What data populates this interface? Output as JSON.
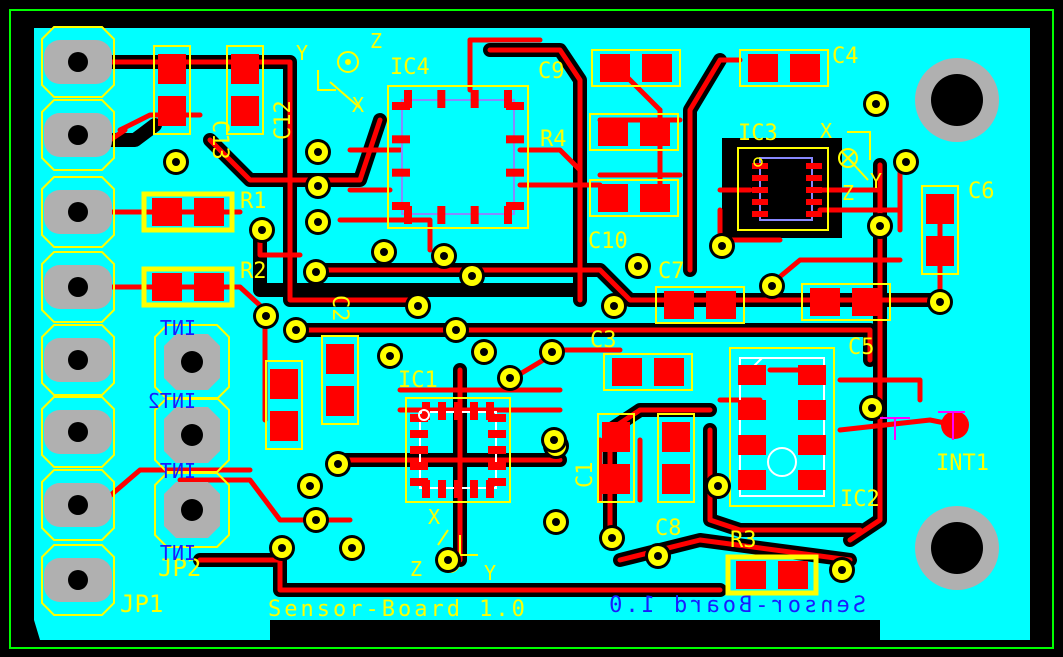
{
  "board": {
    "title": "Sensor-Board 1.0",
    "title_mirrored": "Sensor-Board 1.0"
  },
  "labels": {
    "ic1": "IC1",
    "ic2": "IC2",
    "ic3": "IC3",
    "ic4": "IC4",
    "r1": "R1",
    "r2": "R2",
    "r3": "R3",
    "r4": "R4",
    "c2": "C2",
    "c3": "C3",
    "c4": "C4",
    "c5": "C5",
    "c6": "C6",
    "c7": "C7",
    "c8": "C8",
    "c9": "C9",
    "c10": "C10",
    "c11": "C1",
    "c12": "C12",
    "c13": "C13",
    "jp1": "JP1",
    "jp2": "JP2",
    "int1": "INT1",
    "axis_x": "X",
    "axis_y": "Y",
    "axis_z": "Z"
  },
  "bottom_labels": {
    "l1": "INT",
    "l2": "INT2",
    "l3": "INT",
    "l4": "INT"
  },
  "colors": {
    "background": "#000000",
    "copper_top": "#ff0000",
    "copper_fill": "#00ffff",
    "silkscreen": "#ffff00",
    "outline": "#00ff00",
    "bottom_silk": "#1a1aff",
    "pad_gray": "#b0b0b0",
    "package_outline": "#8888ff"
  }
}
